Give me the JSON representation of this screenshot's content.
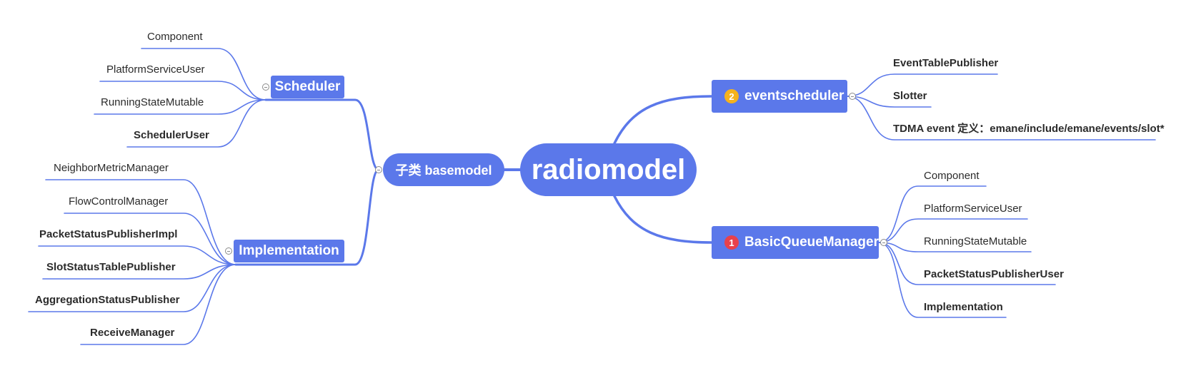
{
  "root": {
    "label": "radiomodel"
  },
  "colors": {
    "node": "#5b78ea",
    "line": "#5b78ea",
    "badge_1": "#e8414b",
    "badge_2": "#f5b21c"
  },
  "left": {
    "basemodel": {
      "label": "子类 basemodel"
    },
    "scheduler": {
      "label": "Scheduler",
      "children": [
        {
          "label": "Component",
          "bold": false
        },
        {
          "label": "PlatformServiceUser",
          "bold": false
        },
        {
          "label": "RunningStateMutable",
          "bold": false
        },
        {
          "label": "SchedulerUser",
          "bold": true
        }
      ]
    },
    "implementation": {
      "label": "Implementation",
      "children": [
        {
          "label": "NeighborMetricManager",
          "bold": false
        },
        {
          "label": "FlowControlManager",
          "bold": false
        },
        {
          "label": "PacketStatusPublisherImpl",
          "bold": true
        },
        {
          "label": "SlotStatusTablePublisher",
          "bold": true
        },
        {
          "label": "AggregationStatusPublisher",
          "bold": true
        },
        {
          "label": "ReceiveManager",
          "bold": true
        }
      ]
    }
  },
  "right": {
    "eventscheduler": {
      "badge": "2",
      "label": "eventscheduler",
      "children": [
        {
          "label": "EventTablePublisher",
          "bold": true
        },
        {
          "label": "Slotter",
          "bold": true
        },
        {
          "label": "TDMA event 定义：emane/include/emane/events/slot*",
          "bold": true
        }
      ]
    },
    "basicqueuemanager": {
      "badge": "1",
      "label": "BasicQueueManager",
      "children": [
        {
          "label": "Component",
          "bold": false
        },
        {
          "label": "PlatformServiceUser",
          "bold": false
        },
        {
          "label": "RunningStateMutable",
          "bold": false
        },
        {
          "label": "PacketStatusPublisherUser",
          "bold": true
        },
        {
          "label": "Implementation",
          "bold": true
        }
      ]
    }
  }
}
